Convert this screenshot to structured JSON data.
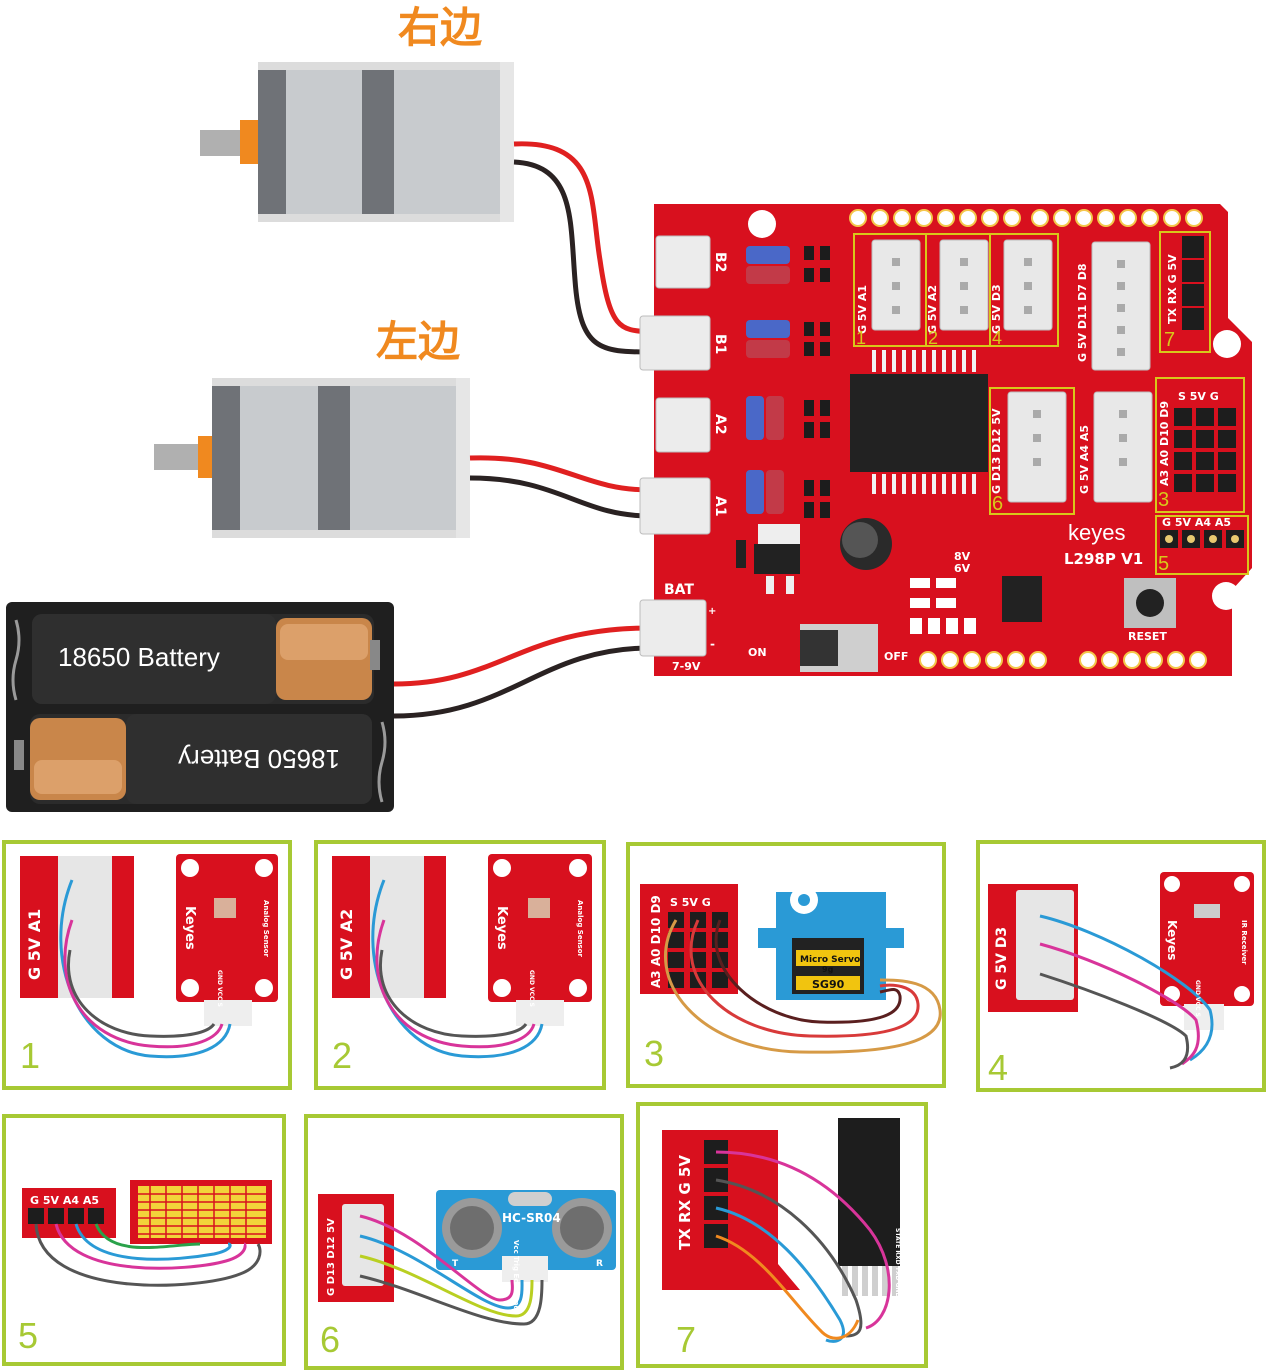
{
  "motors": {
    "right_label": "右边",
    "left_label": "左边"
  },
  "battery": {
    "cell_top": "18650  Battery",
    "cell_bottom": "18650  Battery"
  },
  "board": {
    "brand": "keyes",
    "model": "L298P V1",
    "port_b2": "B2",
    "port_b1": "B1",
    "port_a2": "A2",
    "port_a1": "A1",
    "bat": "BAT",
    "bat_range": "7-9V",
    "on": "ON",
    "off": "OFF",
    "reset": "RESET",
    "v8": "8V",
    "v6": "6V",
    "plus": "+",
    "minus": "-",
    "h1": "G   5V   A1",
    "h2": "G   5V   A2",
    "h4": "G   5V   D3",
    "hd": "G  5V D11 D7  D8",
    "h6": "G  D13 D12 5V",
    "ha": "G   5V  A4  A5",
    "h3_top": "S    5V    G",
    "h3_side": "A3 A0 D10 D9",
    "h5": "G   5V  A4  A5",
    "h7": "TX  RX   G   5V",
    "n1": "1",
    "n2": "2",
    "n3": "3",
    "n4": "4",
    "n5": "5",
    "n6": "6",
    "n7": "7"
  },
  "panels": {
    "p1": {
      "number": "1",
      "header": "G   5V   A1",
      "module": "Keyes",
      "module_sub": "Analog Sensor",
      "pins": "GND VCC  S"
    },
    "p2": {
      "number": "2",
      "header": "G   5V   A2",
      "module": "Keyes",
      "module_sub": "Analog Sensor",
      "pins": "GND VCC  S"
    },
    "p3": {
      "number": "3",
      "header_side": "A3 A0 D10 D9",
      "header_top": "S   5V   G",
      "servo_title": "Micro Servo",
      "servo_weight": "9g",
      "servo_model": "SG90"
    },
    "p4": {
      "number": "4",
      "header": "G   5V   D3",
      "module": "Keyes",
      "module_sub": "IR Receiver",
      "pins": "GND VCC  S"
    },
    "p5": {
      "number": "5",
      "header": "G  5V A4 A5"
    },
    "p6": {
      "number": "6",
      "header": "G  D13 D12 5V",
      "sensor": "HC-SR04",
      "pins": "Vcc Trig Echo Gnd",
      "t": "T",
      "r": "R"
    },
    "p7": {
      "number": "7",
      "header": "TX  RX   G   5V",
      "pins": "STATE RXD TXD GND VCC EN"
    }
  },
  "colors": {
    "board_red": "#d8101e",
    "accent_orange": "#f0891f",
    "frame_green": "#a7c934",
    "label_yellow": "#d8c81a"
  }
}
